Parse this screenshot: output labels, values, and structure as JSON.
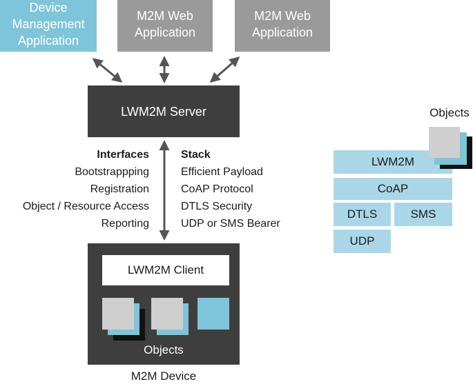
{
  "top_boxes": {
    "device_management": "Device\nManagement\nApplication",
    "web_app_1": "M2M Web\nApplication",
    "web_app_2": "M2M Web\nApplication"
  },
  "server": {
    "label": "LWM2M Server"
  },
  "interfaces": {
    "heading": "Interfaces",
    "items": [
      "Bootstrappping",
      "Registration",
      "Object / Resource Access",
      "Reporting"
    ]
  },
  "stack": {
    "heading": "Stack",
    "items": [
      "Efficient Payload",
      "CoAP Protocol",
      "DTLS Security",
      "UDP or SMS Bearer"
    ]
  },
  "device": {
    "client_label": "LWM2M Client",
    "objects_label": "Objects",
    "device_label": "M2M Device"
  },
  "protocol_stack": {
    "objects_label": "Objects",
    "layers": {
      "lwm2m": "LWM2M",
      "coap": "CoAP",
      "dtls": "DTLS",
      "sms": "SMS",
      "udp": "UDP"
    }
  },
  "colors": {
    "app_blue": "#7ec5d9",
    "app_gray": "#9a9a9a",
    "server_dark": "#3f3e3e",
    "layer_blue": "#a9d7e8",
    "object_gray": "#cfcfcf",
    "object_black": "#111111"
  }
}
